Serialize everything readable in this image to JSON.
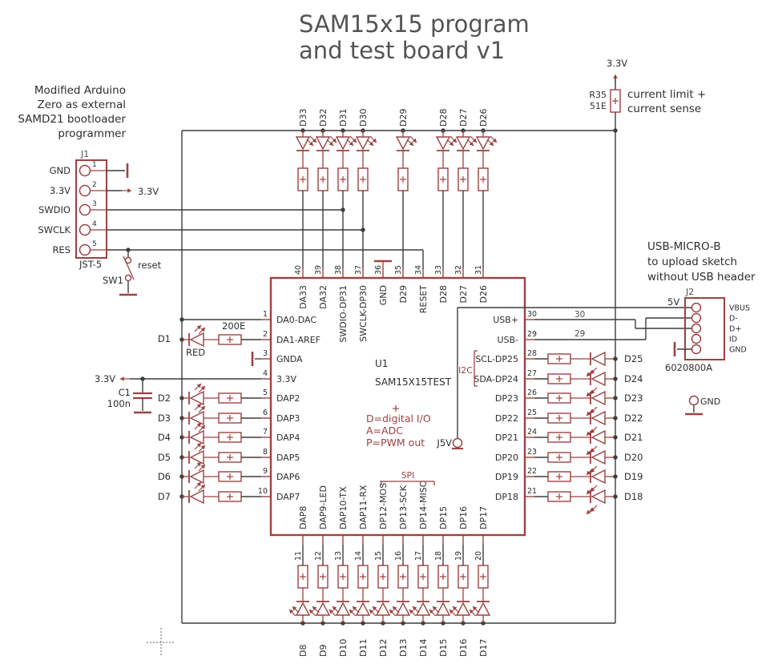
{
  "title": {
    "line1": "SAM15x15 program",
    "line2": "and test board v1"
  },
  "annotations": {
    "programmer_note": [
      "Modified Arduino",
      "Zero as external",
      "SAMD21 bootloader",
      "programmer"
    ],
    "usb_note": [
      "USB-MICRO-B",
      "to upload sketch",
      "without USB header"
    ],
    "current_note": [
      "current limit +",
      "current sense"
    ],
    "pin_legend": [
      "D=digital I/O",
      "A=ADC",
      "P=PWM out"
    ],
    "reset_label": "reset"
  },
  "power": {
    "rail_33v": "3.3V",
    "rail_5v": "5V",
    "gnd": "GND"
  },
  "chip": {
    "ref": "U1",
    "value": "SAM15X15TEST",
    "bus_i2c": "I2C",
    "bus_spi": "SPI",
    "pins_left": [
      {
        "num": "1",
        "name": "DA0-DAC"
      },
      {
        "num": "2",
        "name": "DA1-AREF"
      },
      {
        "num": "3",
        "name": "GNDA"
      },
      {
        "num": "4",
        "name": "3.3V"
      },
      {
        "num": "5",
        "name": "DAP2"
      },
      {
        "num": "6",
        "name": "DAP3"
      },
      {
        "num": "7",
        "name": "DAP4"
      },
      {
        "num": "8",
        "name": "DAP5"
      },
      {
        "num": "9",
        "name": "DAP6"
      },
      {
        "num": "10",
        "name": "DAP7"
      }
    ],
    "pins_top": [
      {
        "num": "40",
        "name": "DA33"
      },
      {
        "num": "39",
        "name": "DA32"
      },
      {
        "num": "38",
        "name": "SWDIO-DP31"
      },
      {
        "num": "37",
        "name": "SWCLK-DP30"
      },
      {
        "num": "36",
        "name": "GND"
      },
      {
        "num": "35",
        "name": "D29"
      },
      {
        "num": "34",
        "name": "RESET"
      },
      {
        "num": "33",
        "name": "D28"
      },
      {
        "num": "32",
        "name": "D27"
      },
      {
        "num": "31",
        "name": "D26"
      }
    ],
    "pins_right": [
      {
        "num": "30",
        "name": "USB+"
      },
      {
        "num": "29",
        "name": "USB-"
      },
      {
        "num": "28",
        "name": "SCL-DP25"
      },
      {
        "num": "27",
        "name": "SDA-DP24"
      },
      {
        "num": "26",
        "name": "DP23"
      },
      {
        "num": "25",
        "name": "DP22"
      },
      {
        "num": "24",
        "name": "DP21"
      },
      {
        "num": "23",
        "name": "DP20"
      },
      {
        "num": "22",
        "name": "DP19"
      },
      {
        "num": "21",
        "name": "DP18"
      }
    ],
    "pins_bottom": [
      {
        "num": "11",
        "name": "DAP8"
      },
      {
        "num": "12",
        "name": "DAP9-LED"
      },
      {
        "num": "13",
        "name": "DAP10-TX"
      },
      {
        "num": "14",
        "name": "DAP11-RX"
      },
      {
        "num": "15",
        "name": "DP12-MOSI"
      },
      {
        "num": "16",
        "name": "DP13-SCK"
      },
      {
        "num": "17",
        "name": "DP14-MISO"
      },
      {
        "num": "18",
        "name": "DP15"
      },
      {
        "num": "19",
        "name": "DP16"
      },
      {
        "num": "20",
        "name": "DP17"
      }
    ]
  },
  "connectors": {
    "j1": {
      "ref": "J1",
      "value": "JST-5",
      "pin_numbers": [
        "1",
        "2",
        "3",
        "4",
        "5"
      ],
      "pin_labels": [
        "GND",
        "3.3V",
        "SWDIO",
        "SWCLK",
        "RES"
      ]
    },
    "j2": {
      "ref": "J2",
      "value": "6020800A",
      "pin_labels": [
        "VBUS",
        "D-",
        "D+",
        "ID",
        "GND"
      ]
    }
  },
  "components": {
    "r35": {
      "ref": "R35",
      "value": "51E"
    },
    "c1": {
      "ref": "C1",
      "value": "100n"
    },
    "d1": {
      "ref": "D1",
      "value": "RED",
      "series_resistor": "200E"
    },
    "sw1": {
      "ref": "SW1"
    },
    "j5v": {
      "ref": "J5V"
    },
    "gnd_testpoint": "GND"
  },
  "leds": {
    "top": [
      "D33",
      "D32",
      "D31",
      "D30",
      "D29",
      "D28",
      "D27",
      "D26"
    ],
    "bottom": [
      "D8",
      "D9",
      "D10",
      "D11",
      "D12",
      "D13",
      "D14",
      "D15",
      "D16",
      "D17"
    ],
    "right": [
      "D25",
      "D24",
      "D23",
      "D22",
      "D21",
      "D20",
      "D19",
      "D18"
    ],
    "left": [
      "D2",
      "D3",
      "D4",
      "D5",
      "D6",
      "D7"
    ]
  },
  "wire_labels": {
    "usb_plus": "30",
    "usb_minus": "29"
  },
  "colors": {
    "symbol_red": "#9c4242",
    "wire": "#3d3d3d",
    "text": "#2e2e2e",
    "pin_number": "#4f4f4f",
    "title": "#545454"
  }
}
